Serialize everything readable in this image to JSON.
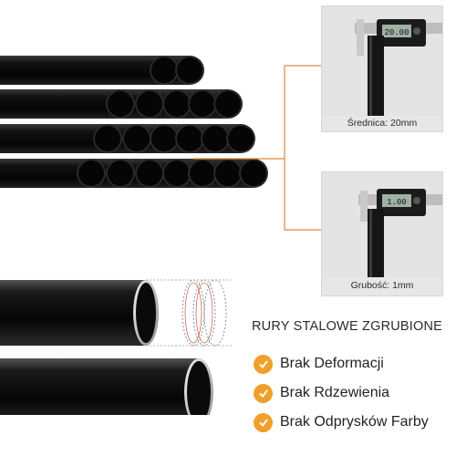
{
  "panels": {
    "top": {
      "reading": "20.00",
      "caption": "Średnica: 20mm"
    },
    "bottom": {
      "reading": "1.00",
      "caption": "Grubość: 1mm"
    }
  },
  "headline": "RURY STALOWE ZGRUBIONE",
  "features": [
    {
      "label": "Brak Deformacji",
      "icon": "check-icon"
    },
    {
      "label": "Brak Rdzewienia",
      "icon": "check-icon"
    },
    {
      "label": "Brak Odprysków Farby",
      "icon": "check-icon"
    }
  ],
  "colors": {
    "accent": "#f0a02a",
    "connector": "#e08a3a",
    "pipe": "#111111"
  }
}
